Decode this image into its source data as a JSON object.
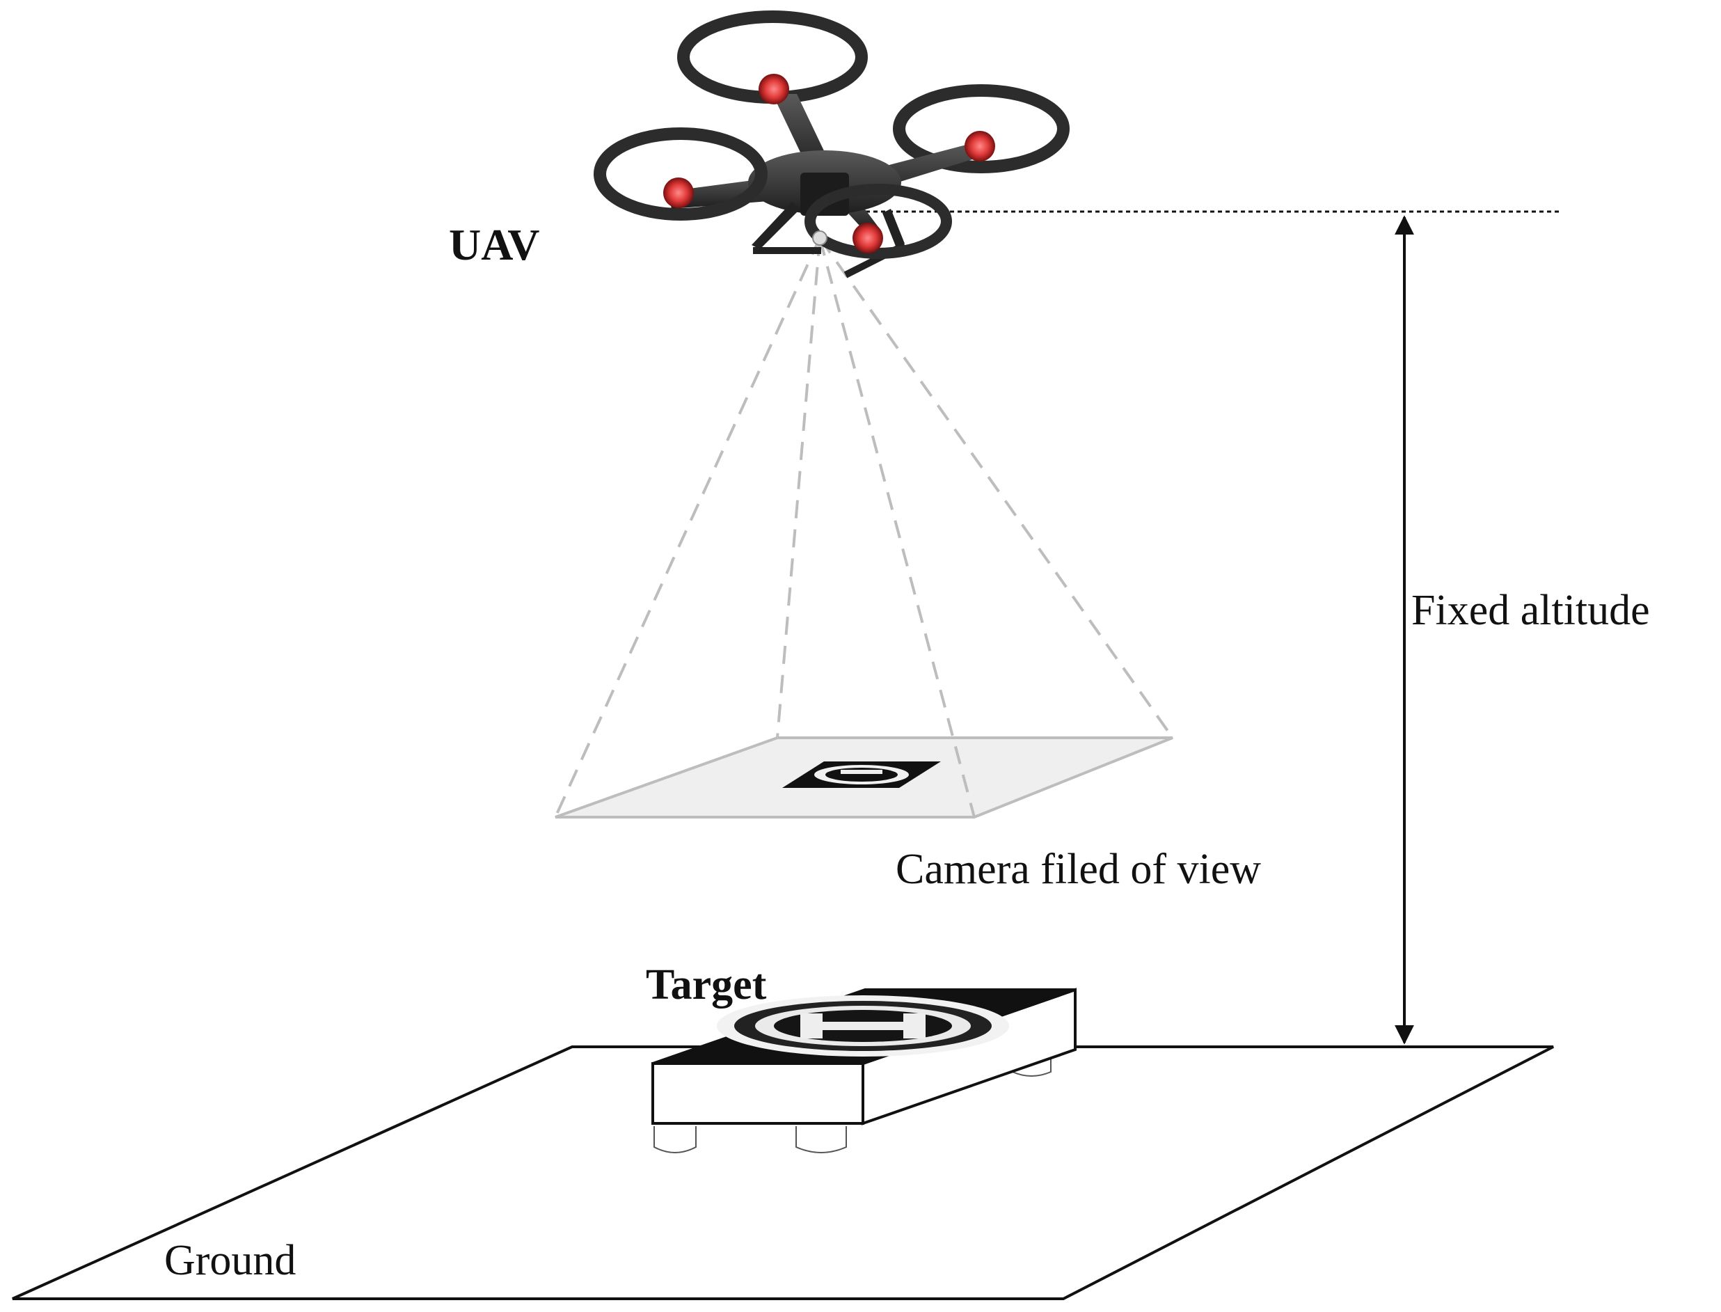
{
  "labels": {
    "uav": "UAV",
    "altitude": "Fixed altitude",
    "camera_fov": "Camera filed of view",
    "target": "Target",
    "ground": "Ground"
  },
  "colors": {
    "line": "#111111",
    "fov_dash": "#bdbdbd",
    "fov_fill": "#efefef",
    "drone_body": "#3a3a3a",
    "motor_light": "#e23a3a"
  },
  "icons": {
    "uav": "quadcopter-drone-icon",
    "marker": "landing-marker-icon"
  }
}
